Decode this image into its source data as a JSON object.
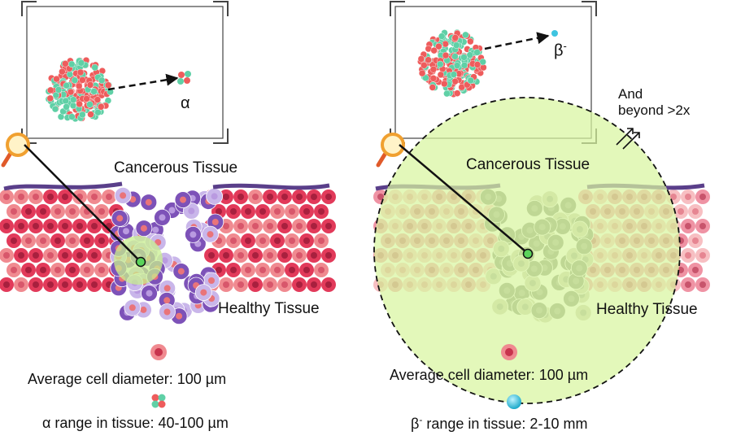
{
  "panels": [
    {
      "id": "alpha",
      "particle_symbol": "α",
      "cancerous_label": "Cancerous Tissue",
      "healthy_label": "Healthy Tissue",
      "cell_caption": "Average cell diameter: 100 µm",
      "range_caption": "α range in tissue: 40-100 µm",
      "range_highlight_color": "#c8ef8f"
    },
    {
      "id": "beta",
      "particle_symbol": "β",
      "particle_superscript": "-",
      "cancerous_label": "Cancerous Tissue",
      "healthy_label": "Healthy Tissue",
      "cell_caption": "Average cell diameter: 100 µm",
      "range_caption_symbol": "β",
      "range_caption_superscript": "-",
      "range_caption_rest": " range in tissue: 2-10 mm",
      "beyond_line1": "And",
      "beyond_line2": "beyond >2x",
      "range_highlight_color": "#d8f5a0"
    }
  ],
  "colors": {
    "healthy_cell": "#e23a5a",
    "healthy_cell_light": "#f08a90",
    "cancer_cell": "#7d52b8",
    "cancer_cell_light": "#c9b6ea",
    "nucleus_green": "#5fd0a6",
    "nucleus_red": "#ee5c5c",
    "magnifier": "#f0a030",
    "target_dot": "#5bd35b",
    "beta_particle": "#3ec4e0"
  },
  "icons": [
    "magnifier-icon",
    "nucleus-icon",
    "alpha-particle-icon",
    "beta-particle-icon",
    "cell-icon",
    "target-dot-icon",
    "arrows-icon"
  ]
}
